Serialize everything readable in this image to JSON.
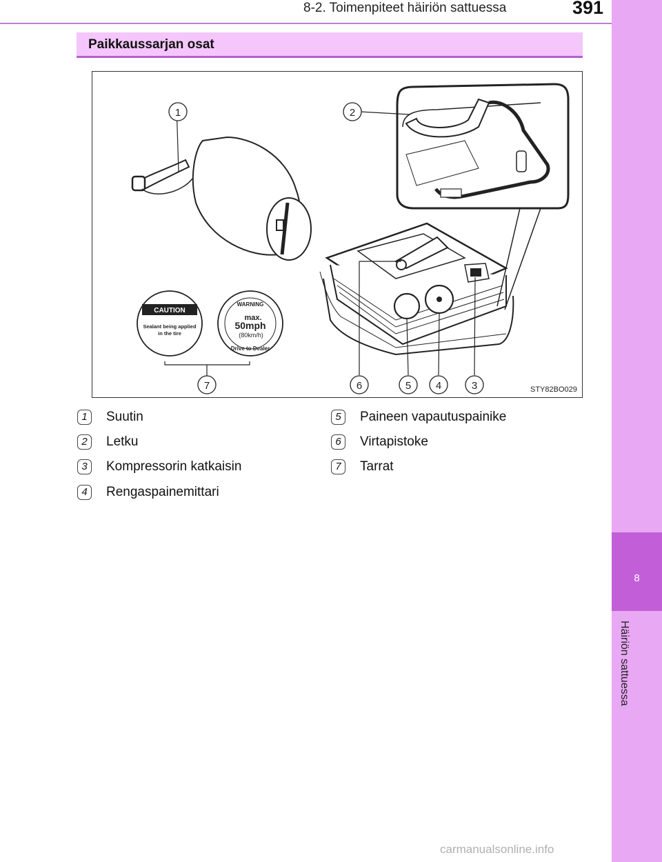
{
  "header": {
    "section_title": "8-2. Toimenpiteet häiriön sattuessa",
    "page_number": "391"
  },
  "side_tab": {
    "chapter_number": "8",
    "chapter_title": "Häiriön sattuessa"
  },
  "section": {
    "heading": "Paikkaussarjan osat"
  },
  "figure": {
    "code": "STY82BO029",
    "callouts": [
      "1",
      "2",
      "3",
      "4",
      "5",
      "6",
      "7"
    ],
    "sticker_caution": {
      "title": "CAUTION",
      "line1": "Sealant being applied",
      "line2": "in the tire"
    },
    "sticker_warning": {
      "title": "WARNING",
      "max": "max.",
      "speed": "50mph",
      "speed_kmh": "(80km/h)",
      "arc_text": "Drive to Dealer"
    }
  },
  "parts": [
    {
      "number": "1",
      "label": "Suutin"
    },
    {
      "number": "2",
      "label": "Letku"
    },
    {
      "number": "3",
      "label": "Kompressorin katkaisin"
    },
    {
      "number": "4",
      "label": "Rengaspainemittari"
    },
    {
      "number": "5",
      "label": "Paineen vapautuspainike"
    },
    {
      "number": "6",
      "label": "Virtapistoke"
    },
    {
      "number": "7",
      "label": "Tarrat"
    }
  ],
  "watermark": "carmanualsonline.info"
}
